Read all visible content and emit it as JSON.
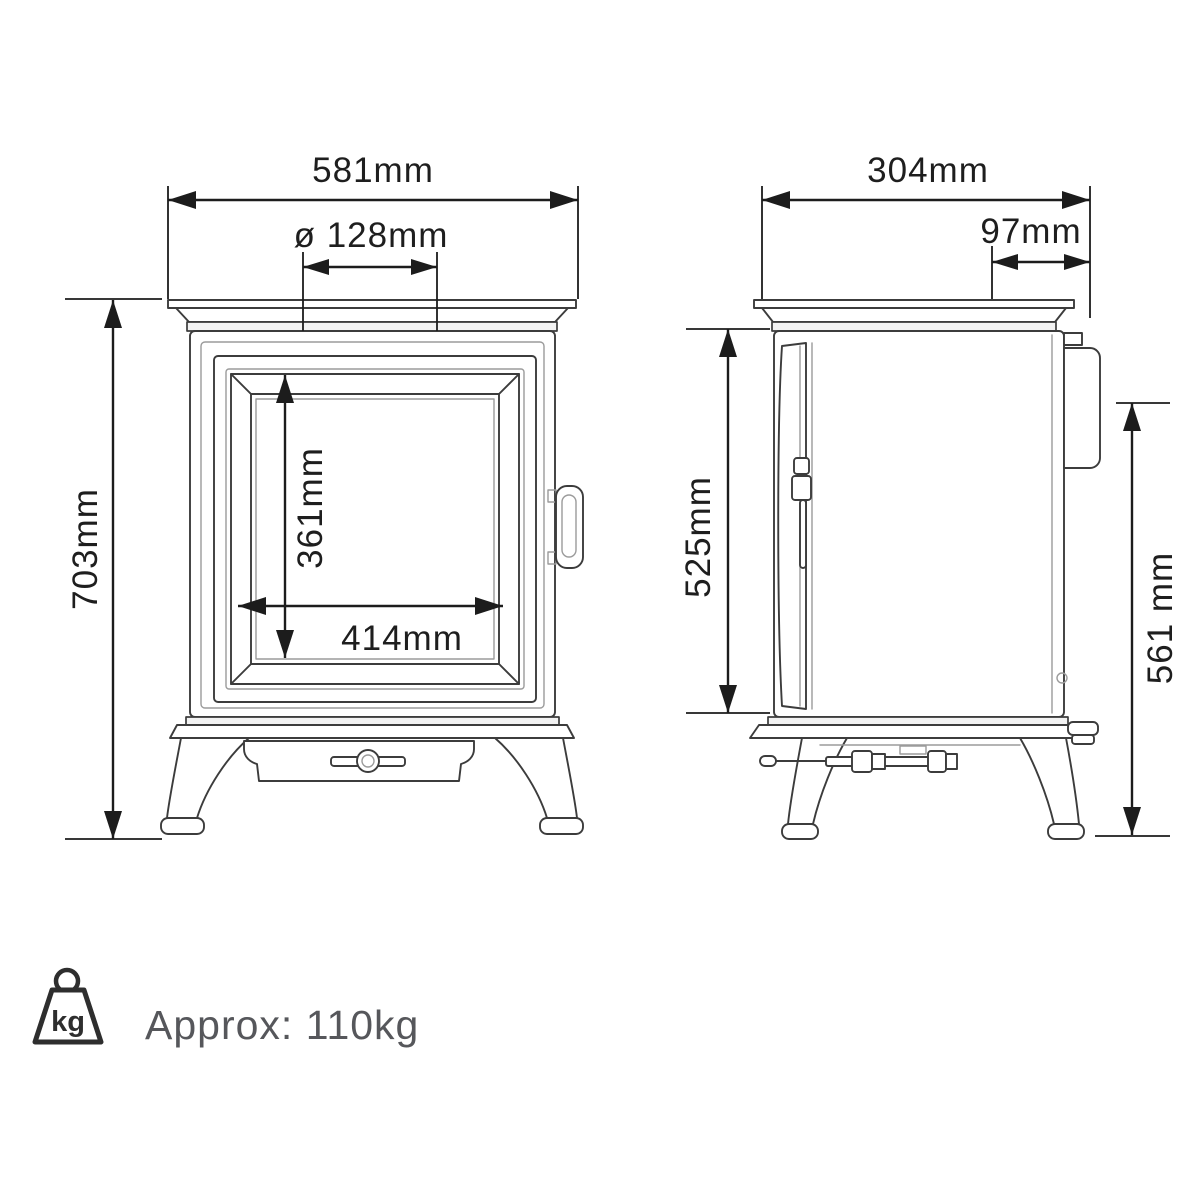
{
  "title": "Stove dimension technical drawing",
  "views": {
    "front": {
      "overall_width": "581mm",
      "flue_diameter": "ø 128mm",
      "overall_height": "703mm",
      "glass_height": "361mm",
      "glass_width": "414mm"
    },
    "side": {
      "overall_depth": "304mm",
      "flue_offset": "97mm",
      "front_height": "525mm",
      "rear_height": "561 mm"
    }
  },
  "weight": {
    "icon_label": "kg",
    "text": "Approx: 110kg"
  },
  "colors": {
    "background": "#ffffff",
    "drawing_line": "#3c3c3c",
    "secondary_line": "#9b9b9b",
    "dimension_line": "#1c1c1c",
    "dimension_text": "#1e1e1e",
    "weight_text": "#56575b"
  }
}
